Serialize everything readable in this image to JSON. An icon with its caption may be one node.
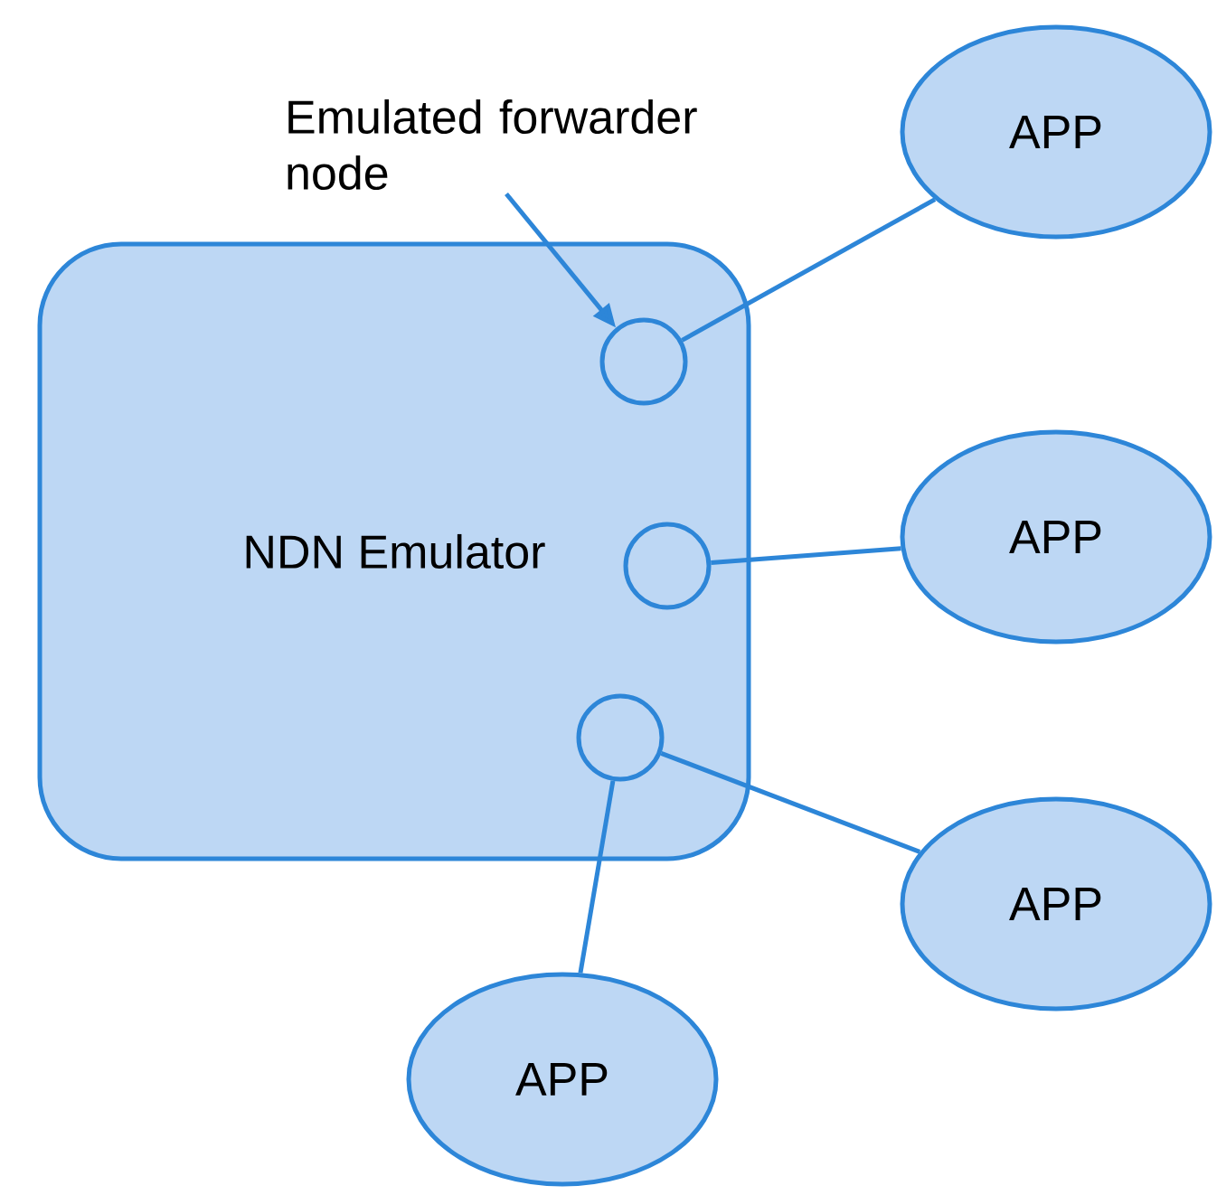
{
  "diagram": {
    "nodes": [
      {
        "text": [
          "NDN Emulator"
        ]
      },
      {
        "text": [],
        "shape": "circle",
        "in": 0
      },
      {
        "text": [],
        "shape": "circle",
        "in": 0
      },
      {
        "text": [],
        "shape": "circle",
        "in": 0
      },
      {
        "text": [
          "APP"
        ]
      },
      {
        "text": [
          "APP"
        ]
      },
      {
        "text": [
          "APP"
        ]
      },
      {
        "text": [
          "APP"
        ]
      },
      {
        "text": [
          "Emulated forwarder node"
        ]
      }
    ],
    "edges": [
      {
        "from": 1,
        "to": 4,
        "arrow": "none"
      },
      {
        "from": 2,
        "to": 5,
        "arrow": "none"
      },
      {
        "from": 3,
        "to": 6,
        "arrow": "none"
      },
      {
        "from": 3,
        "to": 7,
        "arrow": "none"
      },
      {
        "from": 8,
        "to": 1,
        "arrow": "to"
      }
    ]
  }
}
